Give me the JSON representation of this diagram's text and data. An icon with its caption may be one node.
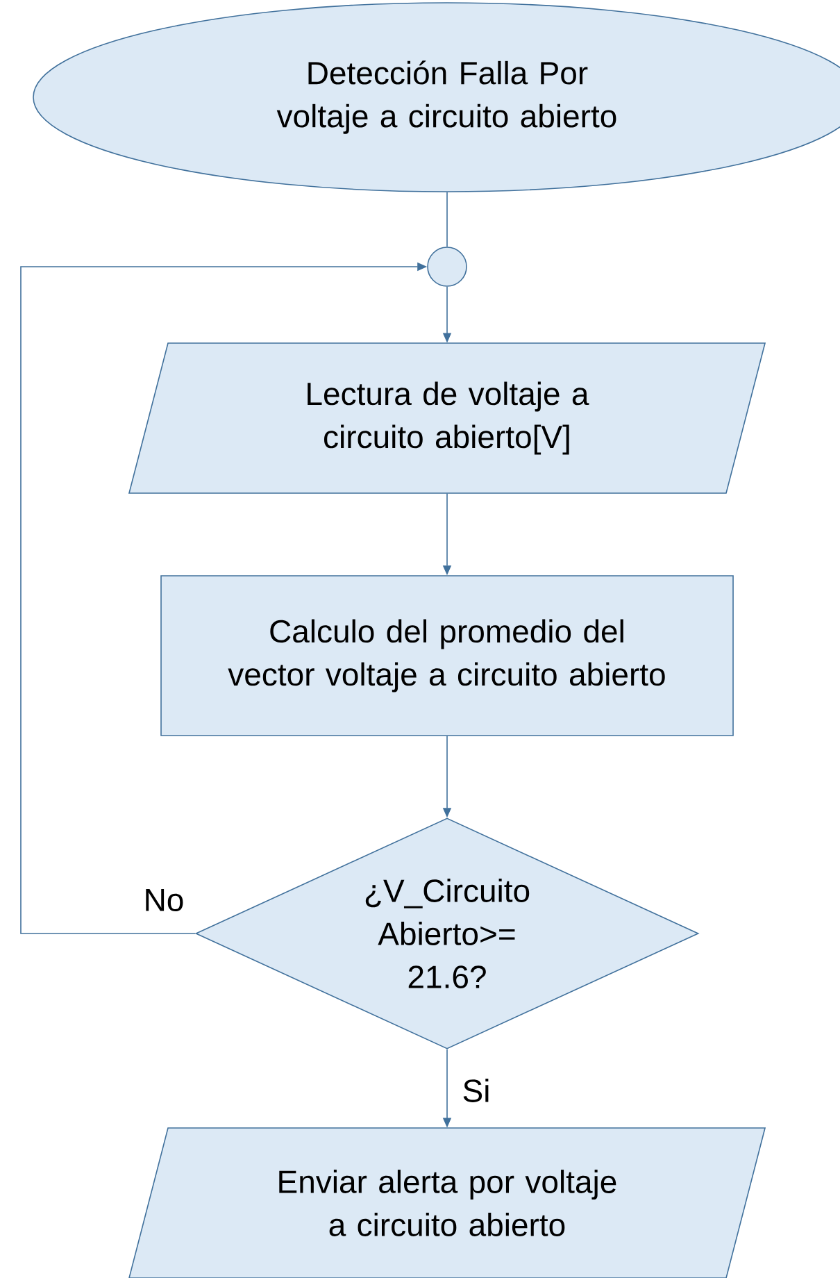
{
  "diagram": {
    "nodes": [
      {
        "text": [
          "Detección Falla Por voltaje a circuito abierto"
        ]
      },
      {
        "text": [],
        "shape": "circle"
      },
      {
        "text": [
          "Lectura de voltaje a circuito abierto[V]"
        ]
      },
      {
        "text": [
          "Calculo del promedio del vector voltaje a circuito abierto"
        ]
      },
      {
        "text": [
          "¿V_Circuito Abierto>= 21.6?"
        ]
      },
      {
        "text": [
          "Enviar alerta por voltaje a circuito abierto"
        ]
      }
    ],
    "edges": [
      {
        "from": 0,
        "to": 1,
        "arrow": "none"
      },
      {
        "from": 1,
        "to": 2,
        "arrow": "to"
      },
      {
        "from": 2,
        "to": 3,
        "arrow": "to"
      },
      {
        "from": 3,
        "to": 4,
        "arrow": "to"
      },
      {
        "from": 4,
        "to": 1,
        "arrow": "to",
        "label": "No"
      },
      {
        "from": 4,
        "to": 5,
        "arrow": "to",
        "label": "Si"
      }
    ]
  }
}
